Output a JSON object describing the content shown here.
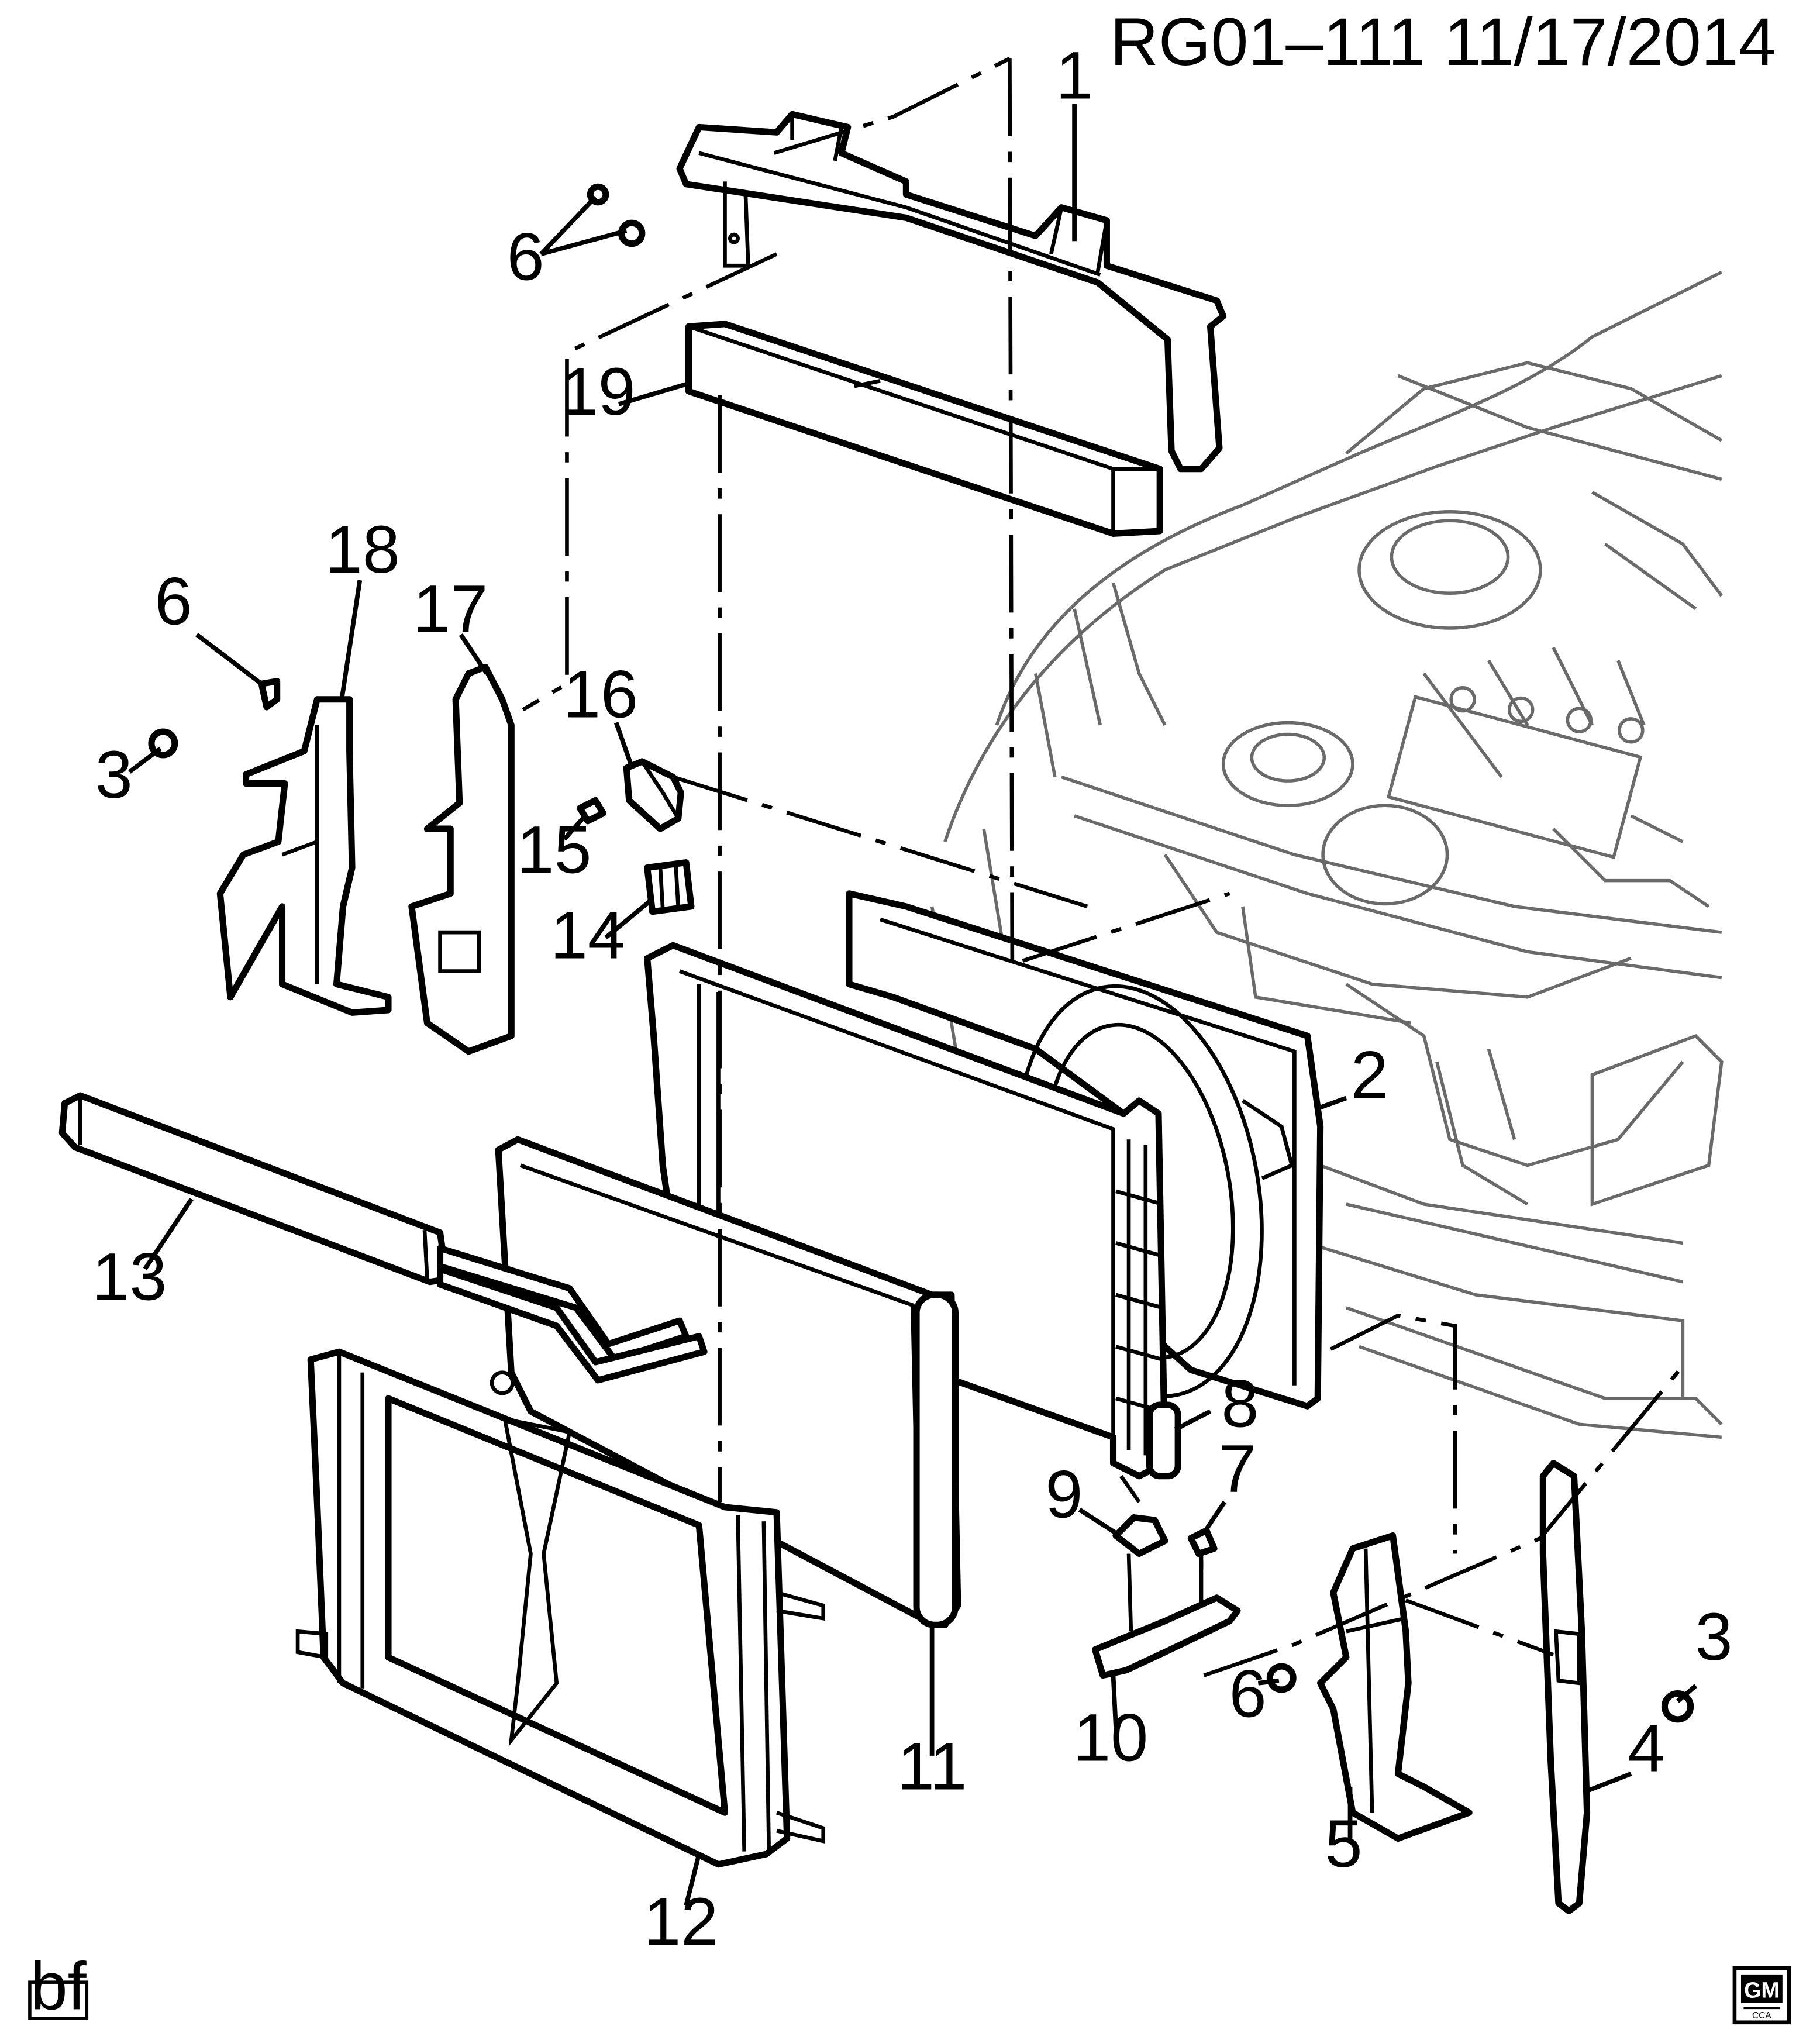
{
  "reference_code": "RG01–111  11/17/2014",
  "artist_initials": "bf",
  "gm_logo": {
    "top": "GM",
    "bottom": "CCA"
  },
  "callouts": [
    {
      "id": "c1",
      "label": "1"
    },
    {
      "id": "c2",
      "label": "2"
    },
    {
      "id": "c3a",
      "label": "3"
    },
    {
      "id": "c3b",
      "label": "3"
    },
    {
      "id": "c4",
      "label": "4"
    },
    {
      "id": "c5",
      "label": "5"
    },
    {
      "id": "c6a",
      "label": "6"
    },
    {
      "id": "c6b",
      "label": "6"
    },
    {
      "id": "c6c",
      "label": "6"
    },
    {
      "id": "c7",
      "label": "7"
    },
    {
      "id": "c8",
      "label": "8"
    },
    {
      "id": "c9",
      "label": "9"
    },
    {
      "id": "c10",
      "label": "10"
    },
    {
      "id": "c11",
      "label": "11"
    },
    {
      "id": "c12",
      "label": "12"
    },
    {
      "id": "c13",
      "label": "13"
    },
    {
      "id": "c14",
      "label": "14"
    },
    {
      "id": "c15",
      "label": "15"
    },
    {
      "id": "c16",
      "label": "16"
    },
    {
      "id": "c17",
      "label": "17"
    },
    {
      "id": "c18",
      "label": "18"
    },
    {
      "id": "c19",
      "label": "19"
    }
  ]
}
